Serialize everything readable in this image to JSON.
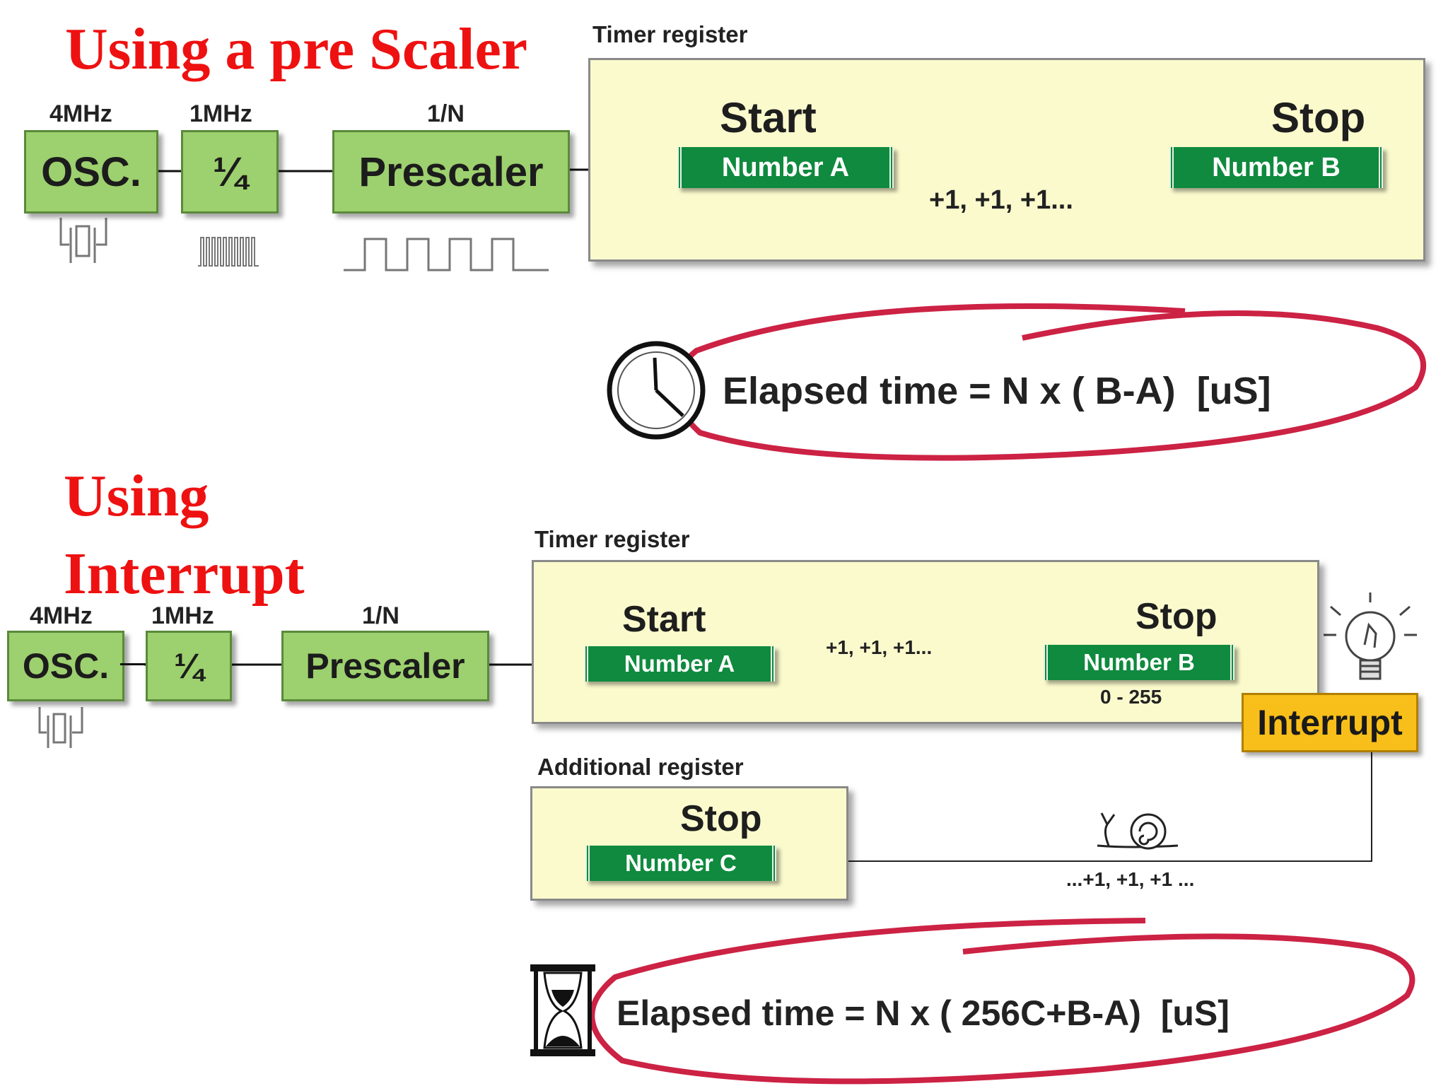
{
  "top": {
    "title": "Using a pre Scaler",
    "freqs": {
      "osc": "4MHz",
      "div": "1MHz",
      "pre": "1/N"
    },
    "blocks": {
      "osc": "OSC.",
      "div": "¼",
      "pre": "Prescaler"
    },
    "panel_title": "Timer register",
    "start": "Start",
    "stop": "Stop",
    "num_a": "Number A",
    "num_b": "Number B",
    "increment": "+1, +1, +1...",
    "formula": "Elapsed time = N x ( B-A)  [uS]"
  },
  "bottom": {
    "title_line1": "Using",
    "title_line2": "Interrupt",
    "freqs": {
      "osc": "4MHz",
      "div": "1MHz",
      "pre": "1/N"
    },
    "blocks": {
      "osc": "OSC.",
      "div": "¼",
      "pre": "Prescaler"
    },
    "panel_title": "Timer register",
    "start": "Start",
    "stop": "Stop",
    "num_a": "Number A",
    "num_b": "Number B",
    "increment": "+1, +1, +1...",
    "range": "0 - 255",
    "interrupt": "Interrupt",
    "additional_title": "Additional register",
    "add_stop": "Stop",
    "num_c": "Number C",
    "increment_c": "...+1, +1, +1 ...",
    "formula": "Elapsed time = N x ( 256C+B-A)  [uS]"
  },
  "icons": [
    "crystal-icon",
    "fast-clock-wave-icon",
    "slow-clock-wave-icon",
    "start-flag-icon",
    "checkered-flags-icon",
    "tortoise-icon",
    "clock-icon",
    "hourglass-icon",
    "lightbulb-icon",
    "snail-icon"
  ],
  "colors": {
    "title_red": "#ee1111",
    "block_green": "#9dd06e",
    "number_green": "#0f8a3e",
    "panel_yellow": "#fafacd",
    "interrupt_orange": "#f8bf1a",
    "ellipse_red": "#cc2244"
  }
}
